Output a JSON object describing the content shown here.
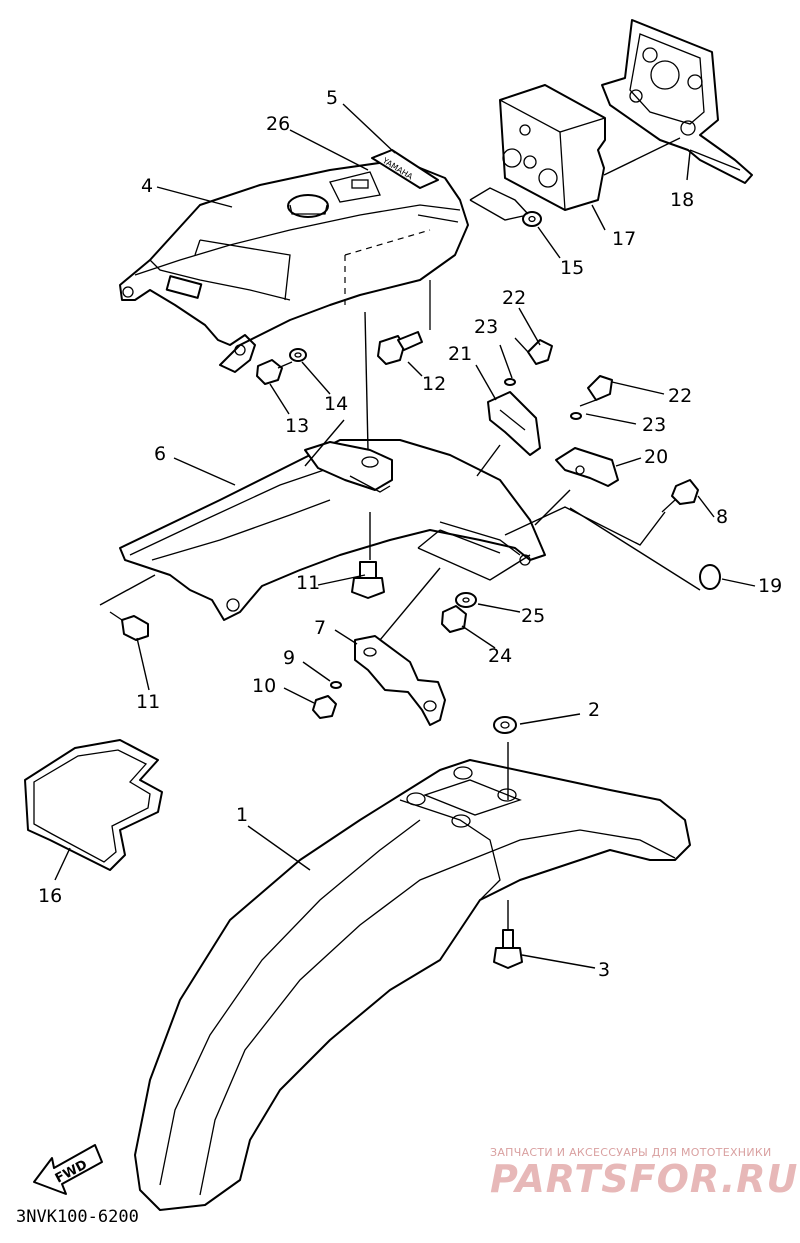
{
  "diagram": {
    "part_labels": [
      {
        "id": "p1",
        "text": "1"
      },
      {
        "id": "p2",
        "text": "2"
      },
      {
        "id": "p3",
        "text": "3"
      },
      {
        "id": "p4",
        "text": "4"
      },
      {
        "id": "p5",
        "text": "5"
      },
      {
        "id": "p6",
        "text": "6"
      },
      {
        "id": "p7",
        "text": "7"
      },
      {
        "id": "p8",
        "text": "8"
      },
      {
        "id": "p9",
        "text": "9"
      },
      {
        "id": "p10",
        "text": "10"
      },
      {
        "id": "p11a",
        "text": "11"
      },
      {
        "id": "p11b",
        "text": "11"
      },
      {
        "id": "p12",
        "text": "12"
      },
      {
        "id": "p13",
        "text": "13"
      },
      {
        "id": "p14",
        "text": "14"
      },
      {
        "id": "p15",
        "text": "15"
      },
      {
        "id": "p16",
        "text": "16"
      },
      {
        "id": "p17",
        "text": "17"
      },
      {
        "id": "p18",
        "text": "18"
      },
      {
        "id": "p19",
        "text": "19"
      },
      {
        "id": "p20",
        "text": "20"
      },
      {
        "id": "p21",
        "text": "21"
      },
      {
        "id": "p22a",
        "text": "22"
      },
      {
        "id": "p22b",
        "text": "22"
      },
      {
        "id": "p23a",
        "text": "23"
      },
      {
        "id": "p23b",
        "text": "23"
      },
      {
        "id": "p24",
        "text": "24"
      },
      {
        "id": "p25",
        "text": "25"
      },
      {
        "id": "p26",
        "text": "26"
      }
    ],
    "fwd_arrow_text": "FWD",
    "emblem_text": "YAMAHA",
    "diagram_code": "3NVK100-6200"
  },
  "watermark": {
    "tagline": "ЗАПЧАСТИ И АКСЕССУАРЫ ДЛЯ МОТОТЕХНИКИ",
    "brand": "PARTSFOR.RU",
    "color": "#e7b8b8"
  }
}
